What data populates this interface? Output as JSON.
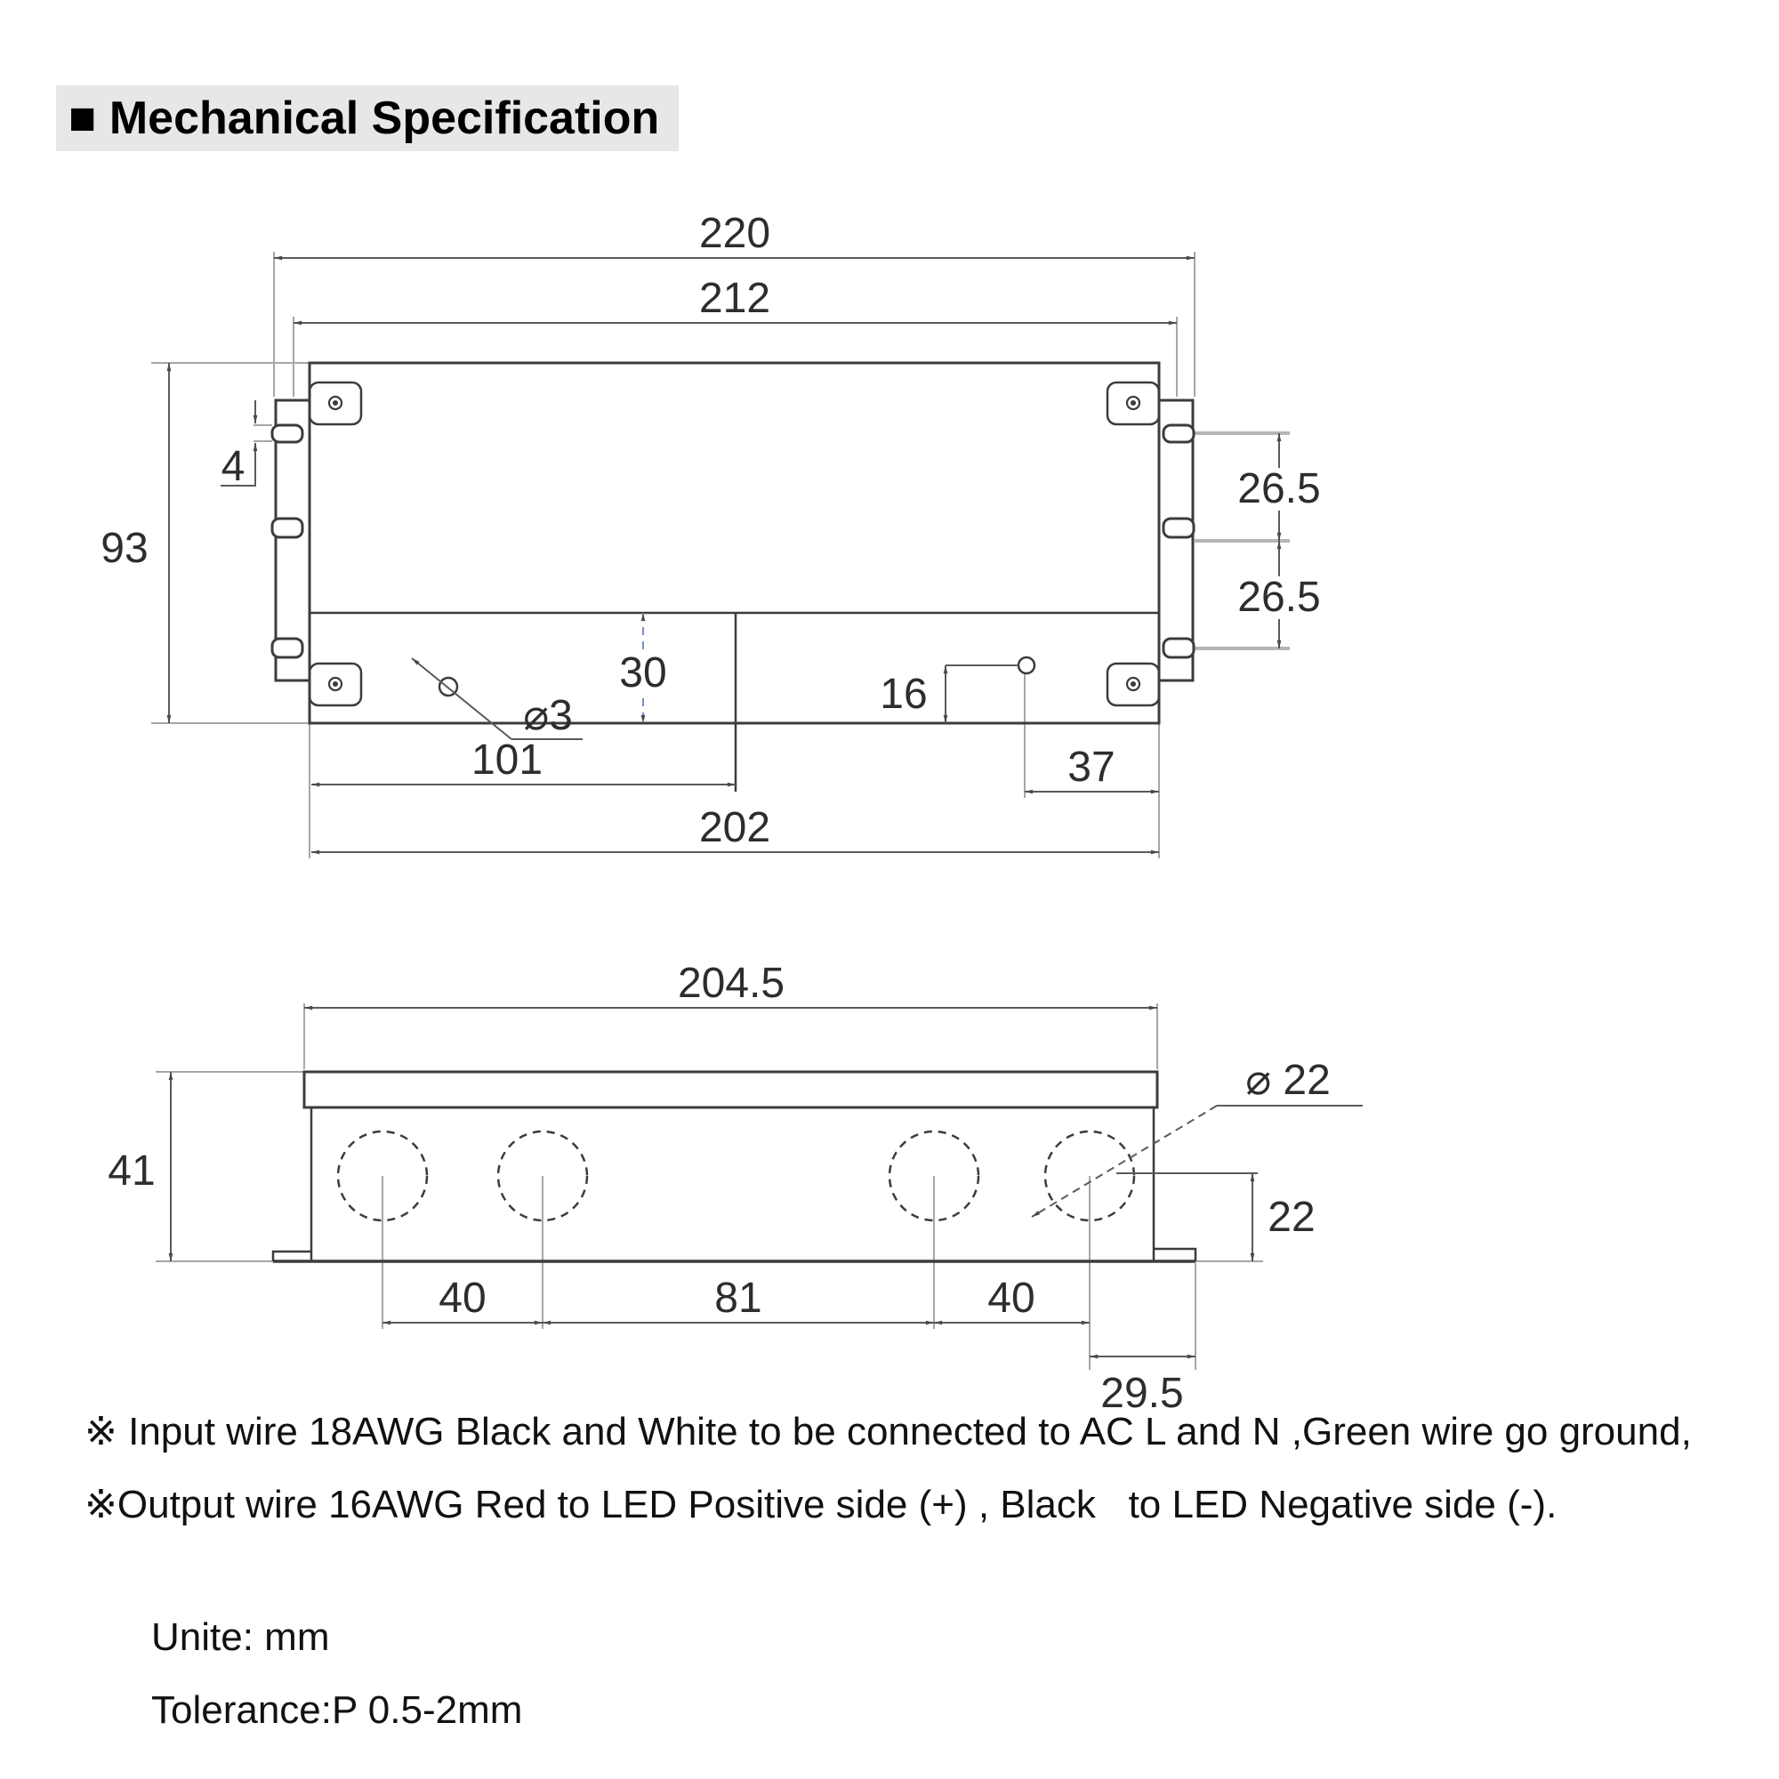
{
  "title": "■ Mechanical Specification",
  "top_view": {
    "d220": "220",
    "d212": "212",
    "d93": "93",
    "d4": "4",
    "d26_5_upper": "26.5",
    "d26_5_lower": "26.5",
    "d30": "30",
    "dia3": "⌀3",
    "d101": "101",
    "d16": "16",
    "d37": "37",
    "d202": "202"
  },
  "side_view": {
    "d204_5": "204.5",
    "d41": "41",
    "dia22": "⌀ 22",
    "d22": "22",
    "d40_left": "40",
    "d81": "81",
    "d40_right": "40",
    "d29_5": "29.5"
  },
  "notes": {
    "line1": "※ Input wire 18AWG Black and White to be connected to AC L and N ,Green wire go ground,",
    "line2": "※Output wire 16AWG Red to LED Positive side (+) , Black   to LED Negative side (-).",
    "unit": "Unite: mm",
    "tolerance": "Tolerance:P 0.5-2mm"
  },
  "colors": {
    "outline": "#3c3c3c",
    "dim": "#5a5a5a",
    "extension": "#a6a6a6",
    "heavy_extension": "#b5b5b5",
    "centerline_blue": "#7b8cc8",
    "title_bg": "#e7e7e7"
  }
}
